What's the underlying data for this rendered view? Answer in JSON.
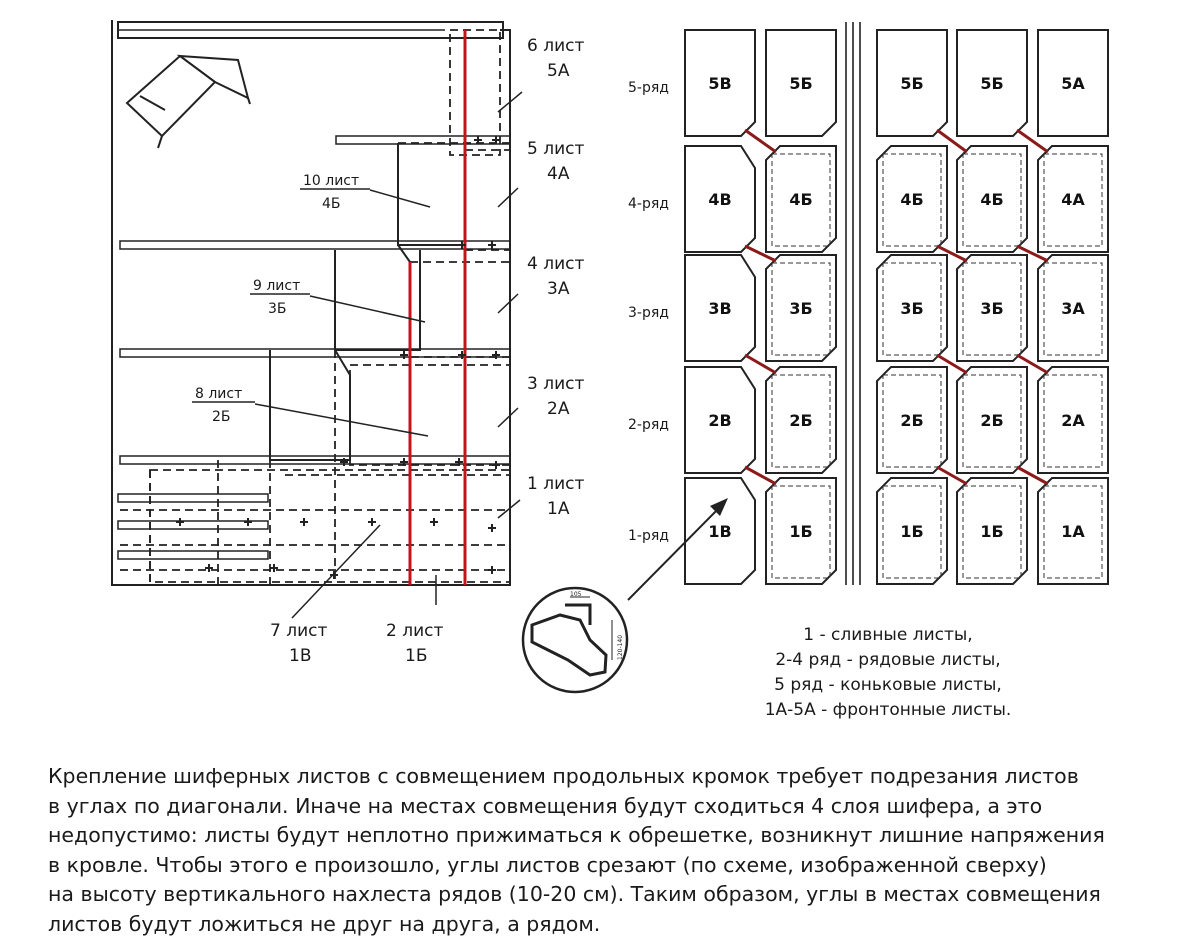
{
  "left_diagram": {
    "top_labels": [
      {
        "line1": "6 лист",
        "line2": "5А"
      },
      {
        "line1": "5 лист",
        "line2": "4А"
      },
      {
        "line1": "4 лист",
        "line2": "3А"
      },
      {
        "line1": "3 лист",
        "line2": "2А"
      },
      {
        "line1": "1 лист",
        "line2": "1А"
      }
    ],
    "inner_labels": [
      {
        "line1": "10 лист",
        "line2": "4Б"
      },
      {
        "line1": "9 лист",
        "line2": "3Б"
      },
      {
        "line1": "8 лист",
        "line2": "2Б"
      }
    ],
    "bottom_labels": [
      {
        "line1": "7 лист",
        "line2": "1В"
      },
      {
        "line1": "2 лист",
        "line2": "1Б"
      }
    ]
  },
  "right_diagram": {
    "row_labels": [
      "5-ряд",
      "4-ряд",
      "3-ряд",
      "2-ряд",
      "1-ряд"
    ],
    "rows": [
      [
        "5В",
        "5Б",
        "5Б",
        "5Б",
        "5А"
      ],
      [
        "4В",
        "4Б",
        "4Б",
        "4Б",
        "4А"
      ],
      [
        "3В",
        "3Б",
        "3Б",
        "3Б",
        "3А"
      ],
      [
        "2В",
        "2Б",
        "2Б",
        "2Б",
        "2А"
      ],
      [
        "1В",
        "1Б",
        "1Б",
        "1Б",
        "1А"
      ]
    ],
    "detail_dims": [
      "105",
      "120-140"
    ]
  },
  "legend": [
    "1 - сливные листы,",
    "2-4 ряд - рядовые листы,",
    "5 ряд - коньковые листы,",
    "1А-5А - фронтонные листы."
  ],
  "paragraph_lines": [
    "Крепление шиферных листов с совмещением продольных кромок требует подрезания листов",
    "в углах по диагонали.  Иначе на местах совмещения будут сходиться 4 слоя шифера, а это",
    "недопустимо: листы будут неплотно прижиматься к обрешетке, возникнут лишние напряжения",
    "в кровле. Чтобы этого е произошло, углы листов срезают (по схеме, изображенной сверху)",
    "на высоту вертикального нахлеста рядов (10-20 см). Таким образом, углы в местах совмещения",
    "листов будут ложиться не друг на друга, а рядом."
  ],
  "colors": {
    "accent_red": "#c0151b",
    "diag_red": "#8b1a1a",
    "line": "#222222"
  }
}
